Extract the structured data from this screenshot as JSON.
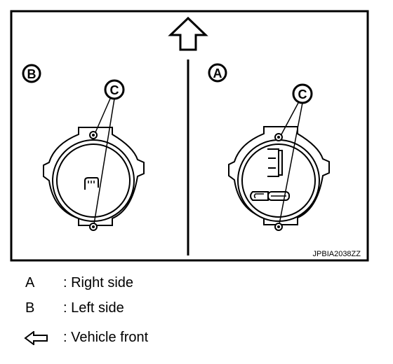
{
  "diagram": {
    "code": "JPBIA2038ZZ",
    "label_a": "A",
    "label_b": "B",
    "label_c": "C"
  },
  "legend": [
    {
      "key": "A",
      "text": ": Right side"
    },
    {
      "key": "B",
      "text": ": Left side"
    },
    {
      "key": "arrow-left-outline-icon",
      "text": ": Vehicle front"
    }
  ]
}
